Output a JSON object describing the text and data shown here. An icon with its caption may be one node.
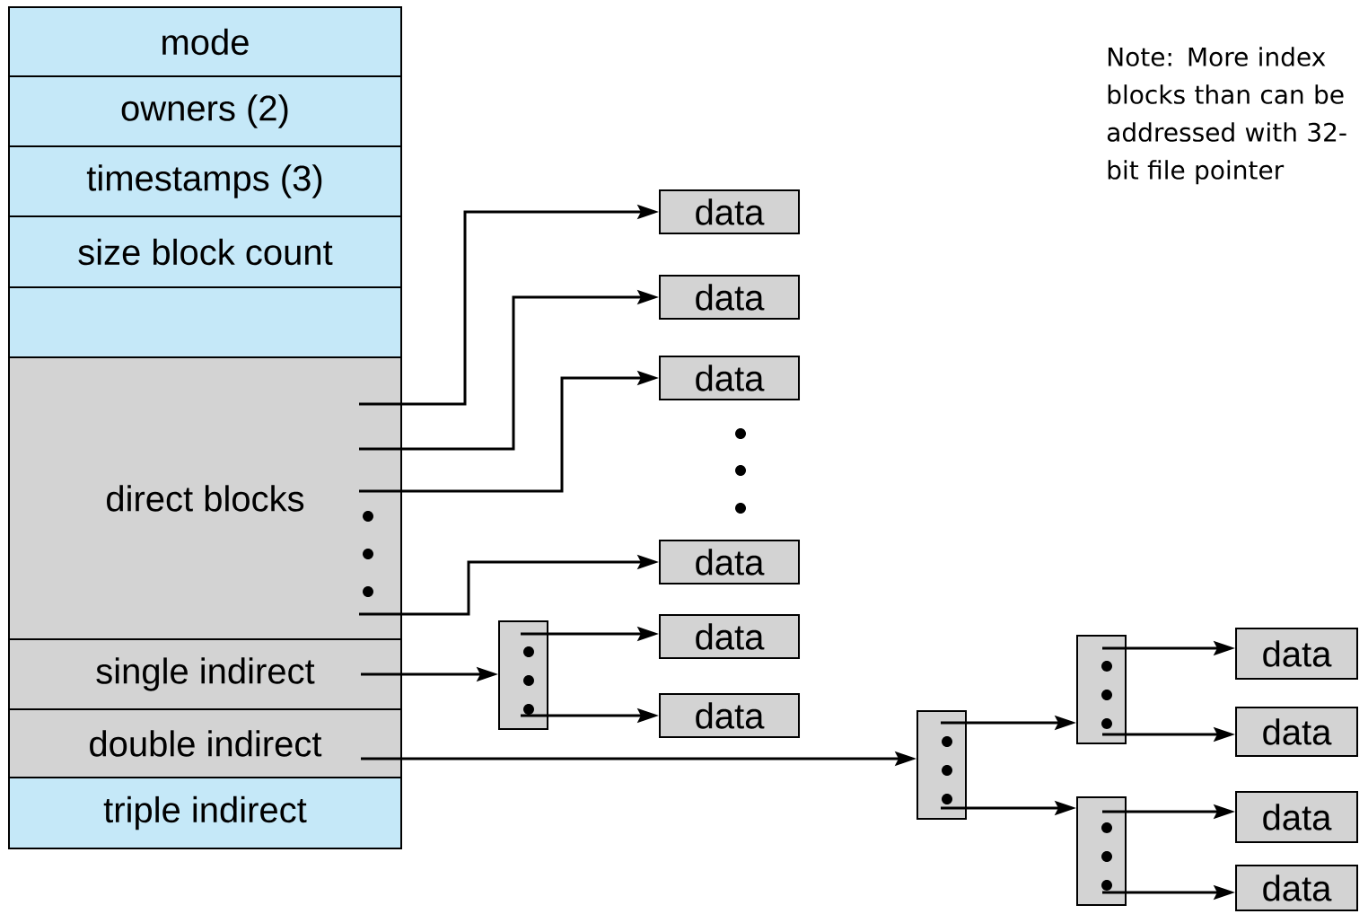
{
  "diagram": {
    "nodes": [
      {
        "text": [
          "mode"
        ]
      },
      {
        "text": [
          "owners (2)"
        ]
      },
      {
        "text": [
          "timestamps (3)"
        ]
      },
      {
        "text": [
          "size block count"
        ]
      },
      {
        "text": [],
        "shape": "box"
      },
      {
        "text": [
          "direct blocks"
        ]
      },
      {
        "text": [
          "single indirect"
        ]
      },
      {
        "text": [
          "double indirect"
        ]
      },
      {
        "text": [
          "triple indirect"
        ]
      },
      {
        "text": [
          "data"
        ]
      },
      {
        "text": [
          "data"
        ]
      },
      {
        "text": [
          "data"
        ]
      },
      {
        "text": [
          "data"
        ]
      },
      {
        "text": [
          "data"
        ]
      },
      {
        "text": [
          "data"
        ]
      },
      {
        "text": [],
        "shape": "box"
      },
      {
        "text": [],
        "shape": "box"
      },
      {
        "text": [],
        "shape": "box"
      },
      {
        "text": [],
        "shape": "box"
      },
      {
        "text": [
          "data"
        ]
      },
      {
        "text": [
          "data"
        ]
      },
      {
        "text": [
          "data"
        ]
      },
      {
        "text": [
          "data"
        ]
      }
    ],
    "edges": [
      {
        "from": 5,
        "to": 9,
        "arrow": "to"
      },
      {
        "from": 5,
        "to": 10,
        "arrow": "to"
      },
      {
        "from": 5,
        "to": 11,
        "arrow": "to"
      },
      {
        "from": 5,
        "to": 12,
        "arrow": "to"
      },
      {
        "from": 6,
        "to": 15,
        "arrow": "to"
      },
      {
        "from": 15,
        "to": 13,
        "arrow": "to"
      },
      {
        "from": 15,
        "to": 14,
        "arrow": "to"
      },
      {
        "from": 7,
        "to": 16,
        "arrow": "to"
      },
      {
        "from": 16,
        "to": 17,
        "arrow": "to"
      },
      {
        "from": 16,
        "to": 18,
        "arrow": "to"
      },
      {
        "from": 17,
        "to": 19,
        "arrow": "to"
      },
      {
        "from": 17,
        "to": 20,
        "arrow": "to"
      },
      {
        "from": 18,
        "to": 21,
        "arrow": "to"
      },
      {
        "from": 18,
        "to": 22,
        "arrow": "to"
      }
    ],
    "labels": [
      "Note: More index blocks than can be addressed with 32-bit file pointer"
    ]
  }
}
